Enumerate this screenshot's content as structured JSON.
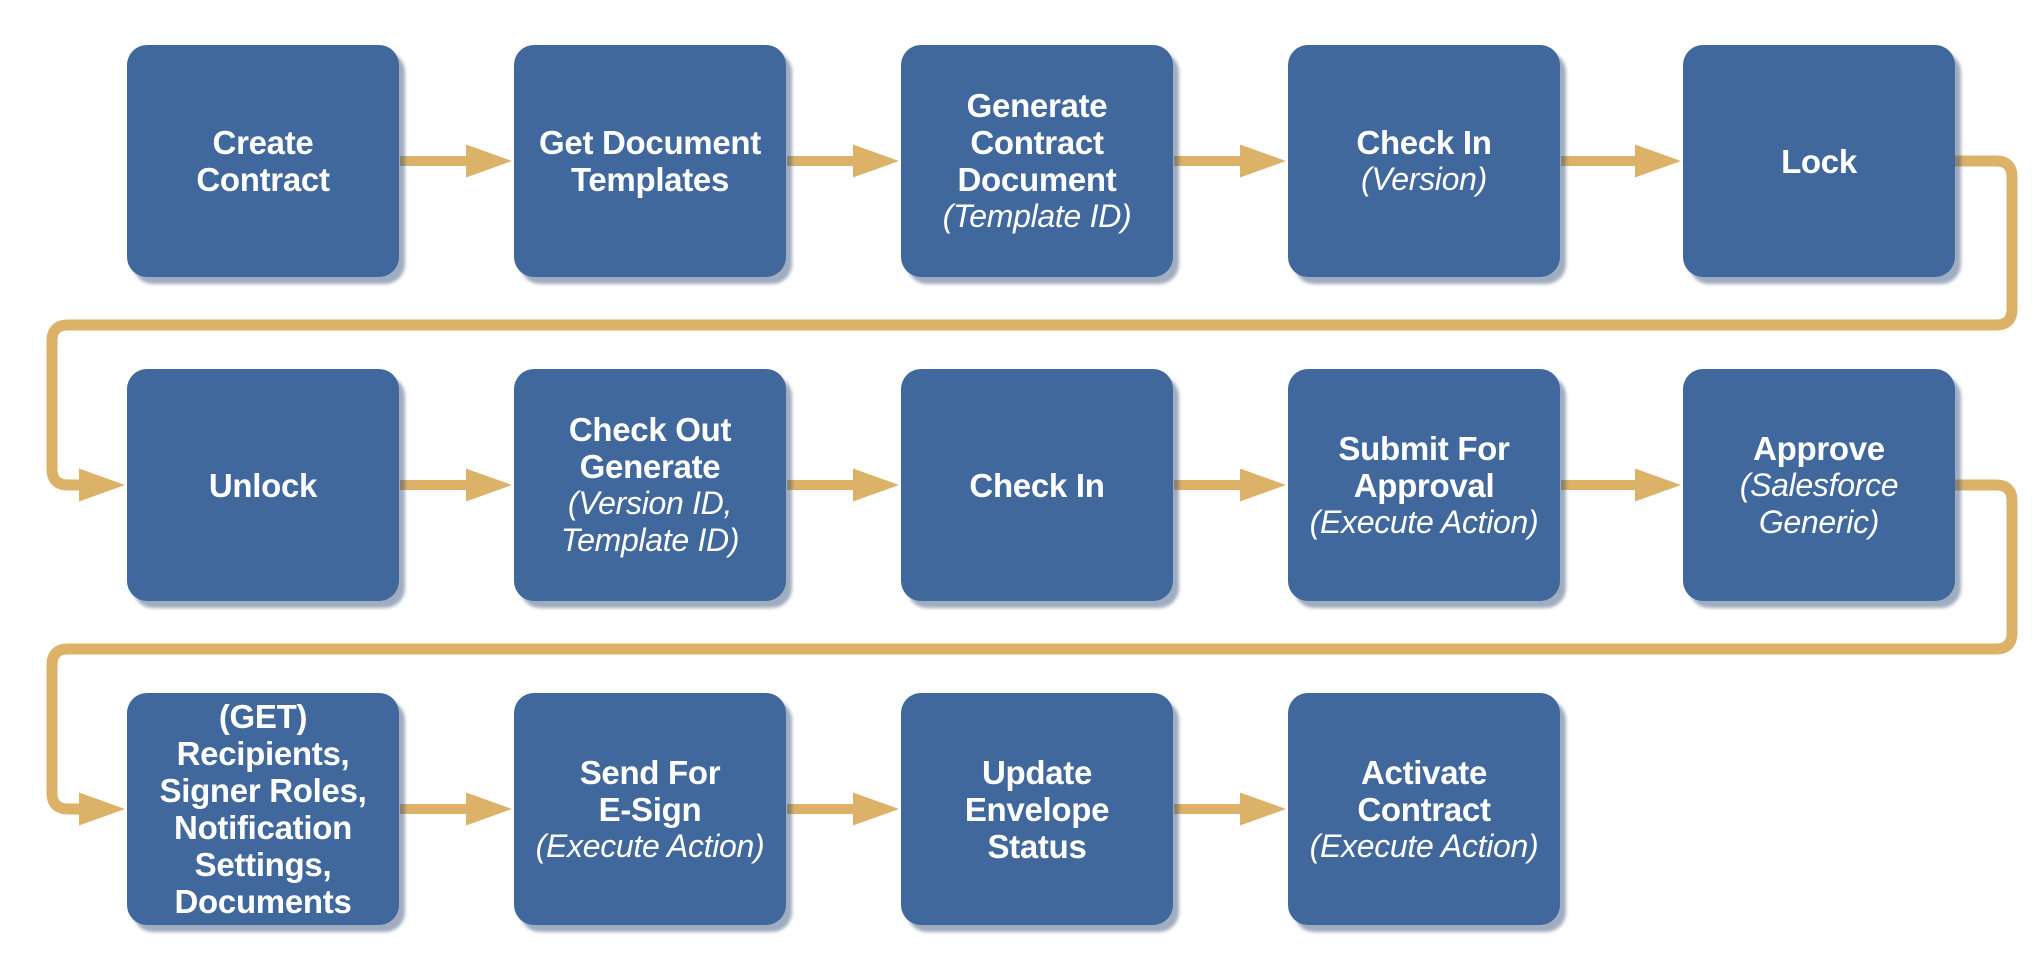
{
  "diagram": {
    "description": "Contract lifecycle API flow diagram",
    "colors": {
      "background": "#ffffff",
      "node_fill": "#41689D",
      "node_text": "#ffffff",
      "connector": "#DCB269"
    },
    "nodes": [
      {
        "id": "create-contract",
        "row": 0,
        "col": 0,
        "lines": [
          {
            "text": "Create",
            "style": "bold"
          },
          {
            "text": "Contract",
            "style": "bold"
          }
        ]
      },
      {
        "id": "get-document-templates",
        "row": 0,
        "col": 1,
        "lines": [
          {
            "text": "Get Document",
            "style": "bold"
          },
          {
            "text": "Templates",
            "style": "bold"
          }
        ]
      },
      {
        "id": "generate-contract-document",
        "row": 0,
        "col": 2,
        "lines": [
          {
            "text": "Generate",
            "style": "bold"
          },
          {
            "text": "Contract",
            "style": "bold"
          },
          {
            "text": "Document",
            "style": "bold"
          },
          {
            "text": "(Template ID)",
            "style": "italic"
          }
        ]
      },
      {
        "id": "check-in-version",
        "row": 0,
        "col": 3,
        "lines": [
          {
            "text": "Check In",
            "style": "bold"
          },
          {
            "text": "(Version)",
            "style": "italic"
          }
        ]
      },
      {
        "id": "lock",
        "row": 0,
        "col": 4,
        "lines": [
          {
            "text": "Lock",
            "style": "bold"
          }
        ]
      },
      {
        "id": "unlock",
        "row": 1,
        "col": 0,
        "lines": [
          {
            "text": "Unlock",
            "style": "bold"
          }
        ]
      },
      {
        "id": "check-out-generate",
        "row": 1,
        "col": 1,
        "lines": [
          {
            "text": "Check Out",
            "style": "bold"
          },
          {
            "text": "Generate",
            "style": "bold"
          },
          {
            "text": "(Version ID,",
            "style": "italic"
          },
          {
            "text": "Template ID)",
            "style": "italic"
          }
        ]
      },
      {
        "id": "check-in",
        "row": 1,
        "col": 2,
        "lines": [
          {
            "text": "Check In",
            "style": "bold"
          }
        ]
      },
      {
        "id": "submit-for-approval",
        "row": 1,
        "col": 3,
        "lines": [
          {
            "text": "Submit For",
            "style": "bold"
          },
          {
            "text": "Approval",
            "style": "bold"
          },
          {
            "text": "(Execute Action)",
            "style": "italic"
          }
        ]
      },
      {
        "id": "approve",
        "row": 1,
        "col": 4,
        "lines": [
          {
            "text": "Approve",
            "style": "bold"
          },
          {
            "text": "(Salesforce",
            "style": "italic"
          },
          {
            "text": "Generic)",
            "style": "italic"
          }
        ]
      },
      {
        "id": "get-recipients-signer-roles",
        "row": 2,
        "col": 0,
        "lines": [
          {
            "text": "(GET)",
            "style": "bold"
          },
          {
            "text": "Recipients,",
            "style": "bold"
          },
          {
            "text": "Signer Roles,",
            "style": "bold"
          },
          {
            "text": "Notification",
            "style": "bold"
          },
          {
            "text": "Settings,",
            "style": "bold"
          },
          {
            "text": "Documents",
            "style": "bold"
          }
        ]
      },
      {
        "id": "send-for-e-sign",
        "row": 2,
        "col": 1,
        "lines": [
          {
            "text": "Send For",
            "style": "bold"
          },
          {
            "text": "E-Sign",
            "style": "bold"
          },
          {
            "text": "(Execute Action)",
            "style": "italic"
          }
        ]
      },
      {
        "id": "update-envelope-status",
        "row": 2,
        "col": 2,
        "lines": [
          {
            "text": "Update",
            "style": "bold"
          },
          {
            "text": "Envelope",
            "style": "bold"
          },
          {
            "text": "Status",
            "style": "bold"
          }
        ]
      },
      {
        "id": "activate-contract",
        "row": 2,
        "col": 3,
        "lines": [
          {
            "text": "Activate",
            "style": "bold"
          },
          {
            "text": "Contract",
            "style": "bold"
          },
          {
            "text": "(Execute Action)",
            "style": "italic"
          }
        ]
      }
    ],
    "connections": [
      {
        "from": "create-contract",
        "to": "get-document-templates",
        "type": "straight"
      },
      {
        "from": "get-document-templates",
        "to": "generate-contract-document",
        "type": "straight"
      },
      {
        "from": "generate-contract-document",
        "to": "check-in-version",
        "type": "straight"
      },
      {
        "from": "check-in-version",
        "to": "lock",
        "type": "straight"
      },
      {
        "from": "lock",
        "to": "unlock",
        "type": "wrap"
      },
      {
        "from": "unlock",
        "to": "check-out-generate",
        "type": "straight"
      },
      {
        "from": "check-out-generate",
        "to": "check-in",
        "type": "straight"
      },
      {
        "from": "check-in",
        "to": "submit-for-approval",
        "type": "straight"
      },
      {
        "from": "submit-for-approval",
        "to": "approve",
        "type": "straight"
      },
      {
        "from": "approve",
        "to": "get-recipients-signer-roles",
        "type": "wrap"
      },
      {
        "from": "get-recipients-signer-roles",
        "to": "send-for-e-sign",
        "type": "straight"
      },
      {
        "from": "send-for-e-sign",
        "to": "update-envelope-status",
        "type": "straight"
      },
      {
        "from": "update-envelope-status",
        "to": "activate-contract",
        "type": "straight"
      }
    ]
  }
}
